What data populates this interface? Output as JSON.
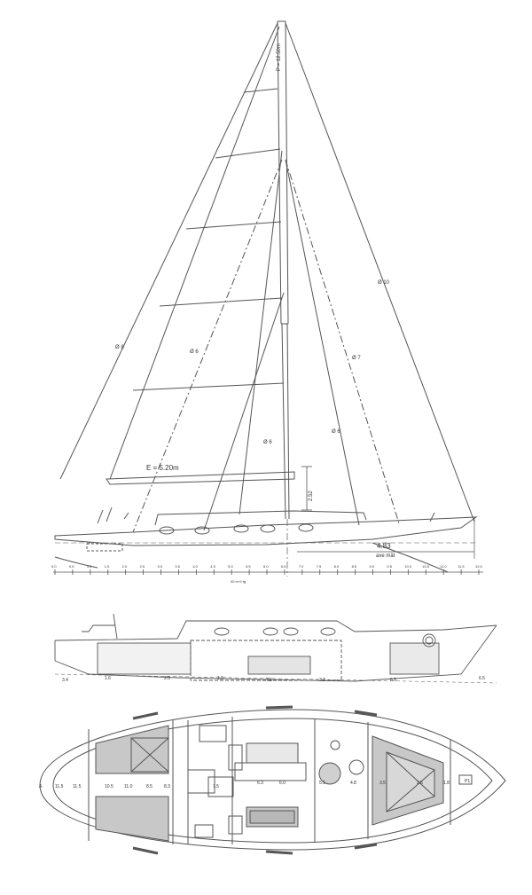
{
  "sail_plan": {
    "mast_height_label": "P = 12.50m",
    "boom_length_label": "E = 5.20m",
    "offset_label": "4.83",
    "offset_sub_label": "axe mât",
    "stays": {
      "forestay": "Ø 10",
      "backstay": "Ø 8",
      "upper_shroud_aft": "Ø 6",
      "cap_shroud": "Ø 7",
      "lower_shroud_fwd": "Ø 6",
      "lower_shroud_aft": "Ø 6"
    },
    "height_dim_label": "2.52",
    "scale_label": "00 m·0·tg",
    "scale_ticks": [
      "0.0",
      "0.5",
      "1.0",
      "1.5",
      "2.0",
      "2.5",
      "3.0",
      "3.5",
      "4.0",
      "4.5",
      "5.0",
      "5.5",
      "6.0",
      "6.5",
      "7.0",
      "7.5",
      "8.0",
      "8.5",
      "9.0",
      "9.5",
      "10.0",
      "10.5",
      "11.0",
      "11.5",
      "12.0"
    ]
  },
  "deck_profile": {
    "section_labels": [
      "3.4",
      "1.6",
      "2.5",
      "1.5",
      "7.5",
      "3.3",
      "6.5",
      "6.5"
    ]
  },
  "interior_plan": {
    "labels": [
      "A",
      "11.5",
      "11.5",
      "10.5",
      "11.0",
      "8.5",
      "8.3",
      "7.5",
      "6.3",
      "6.0",
      "5.5",
      "4.8",
      "3.5",
      "2.5",
      "1.8",
      "P1"
    ]
  },
  "colors": {
    "ink": "#555555",
    "shade": "#c8c8c8"
  }
}
